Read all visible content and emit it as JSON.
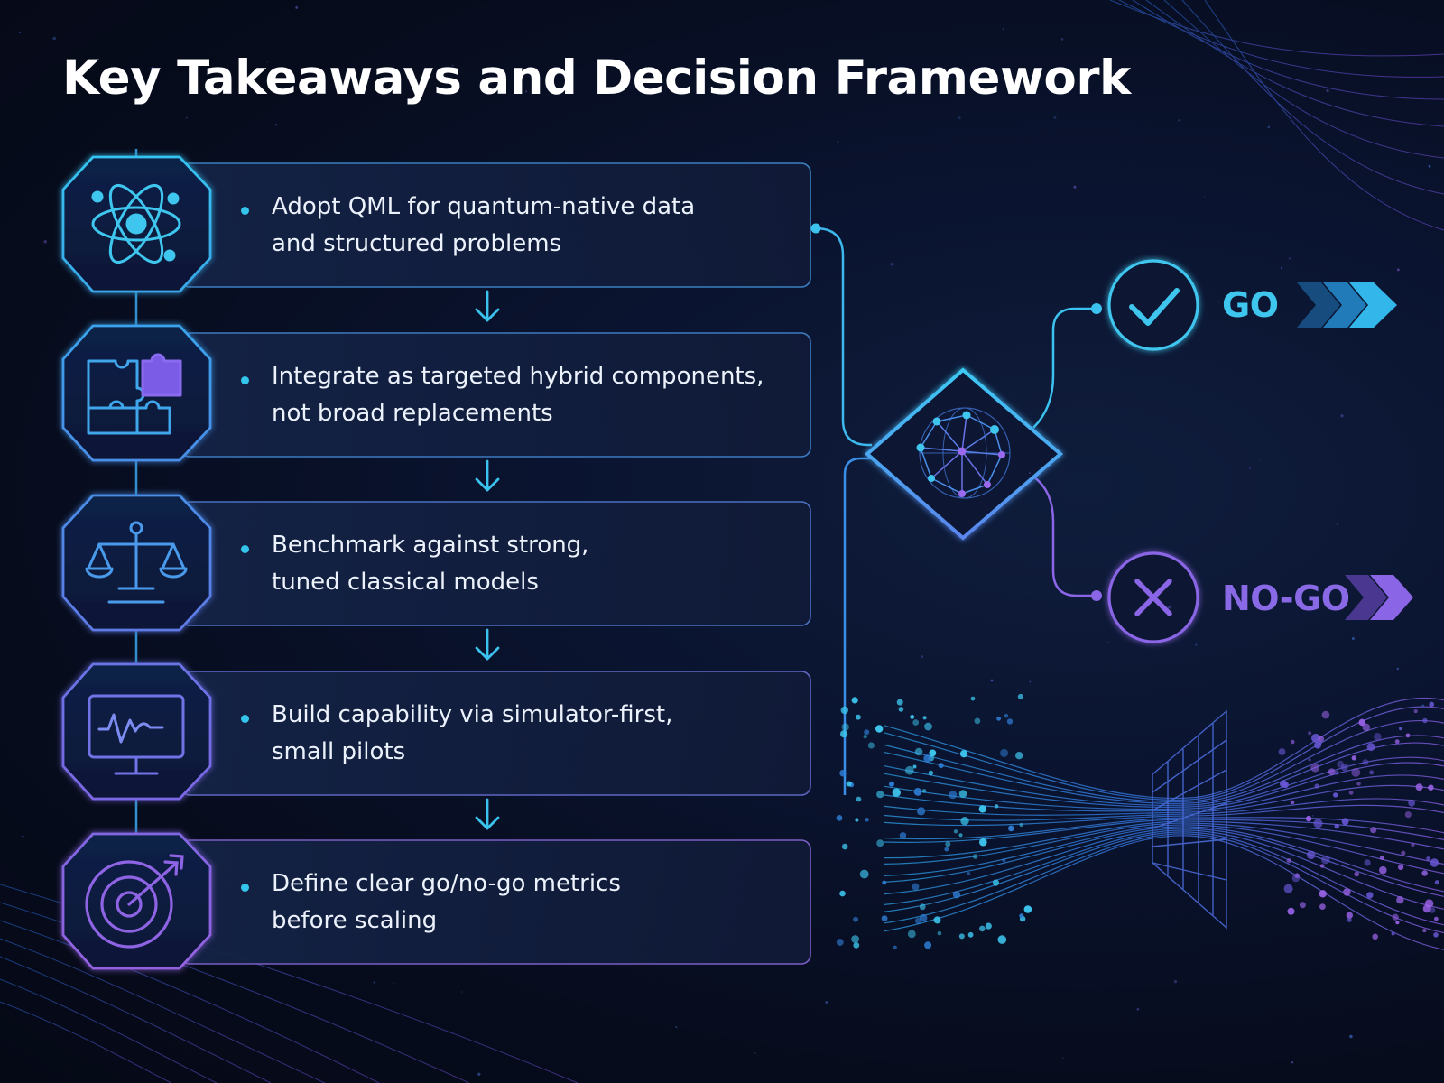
{
  "title": "Key Takeaways and Decision Framework",
  "steps": [
    {
      "icon": "atom-icon",
      "text_line1": "Adopt QML for quantum-native data",
      "text_line2": "and structured problems"
    },
    {
      "icon": "puzzle-icon",
      "text_line1": "Integrate as targeted hybrid components,",
      "text_line2": "not broad replacements"
    },
    {
      "icon": "balance-scale-icon",
      "text_line1": "Benchmark against strong,",
      "text_line2": "tuned classical models"
    },
    {
      "icon": "monitor-waveform-icon",
      "text_line1": "Build capability via simulator-first,",
      "text_line2": "small pilots"
    },
    {
      "icon": "target-arrow-icon",
      "text_line1": "Define clear go/no-go metrics",
      "text_line2": "before scaling"
    }
  ],
  "decision": {
    "icon": "network-globe-icon",
    "go": {
      "label": "GO",
      "icon": "checkmark-icon"
    },
    "nogo": {
      "label": "NO-GO",
      "icon": "x-mark-icon"
    }
  },
  "colors": {
    "background": "#070d1f",
    "cyan_accent": "#35c5ec",
    "purple_accent": "#8a69e6",
    "text": "#ecf2fb"
  }
}
